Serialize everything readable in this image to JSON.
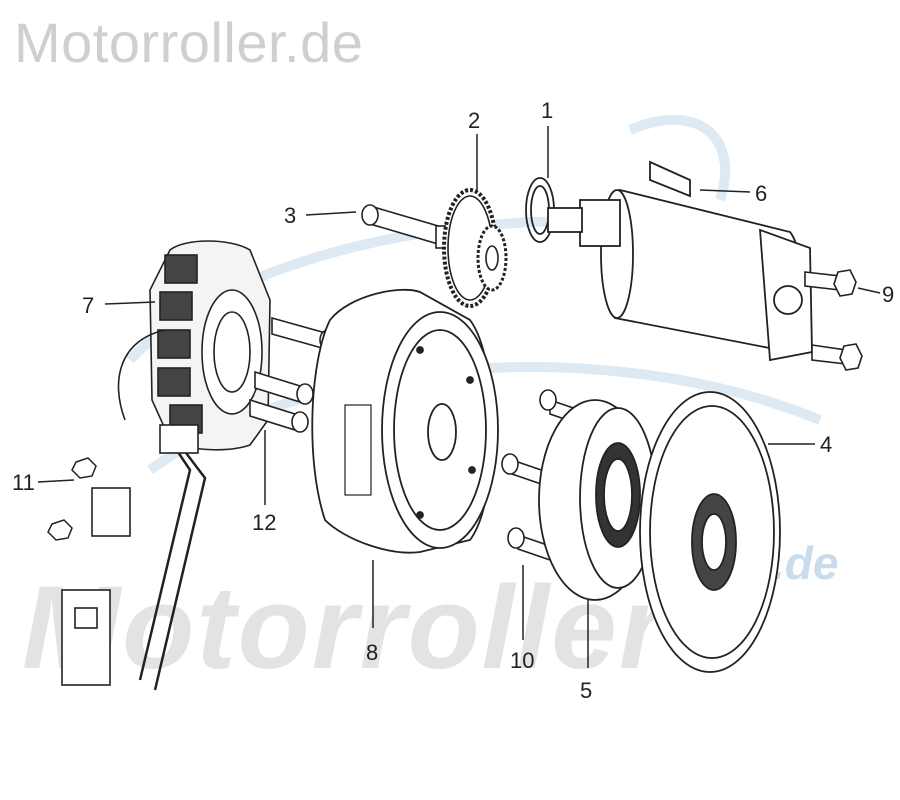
{
  "watermark": {
    "header_text": "Motorroller.de",
    "large_text": "Motorroller",
    "suffix_text": ".de"
  },
  "callouts": [
    "1",
    "2",
    "3",
    "4",
    "5",
    "6",
    "7",
    "8",
    "9",
    "10",
    "11",
    "12"
  ],
  "colors": {
    "line": "#222222",
    "watermark_gray": "#e3e3e3",
    "watermark_blue": "#c9dced"
  }
}
